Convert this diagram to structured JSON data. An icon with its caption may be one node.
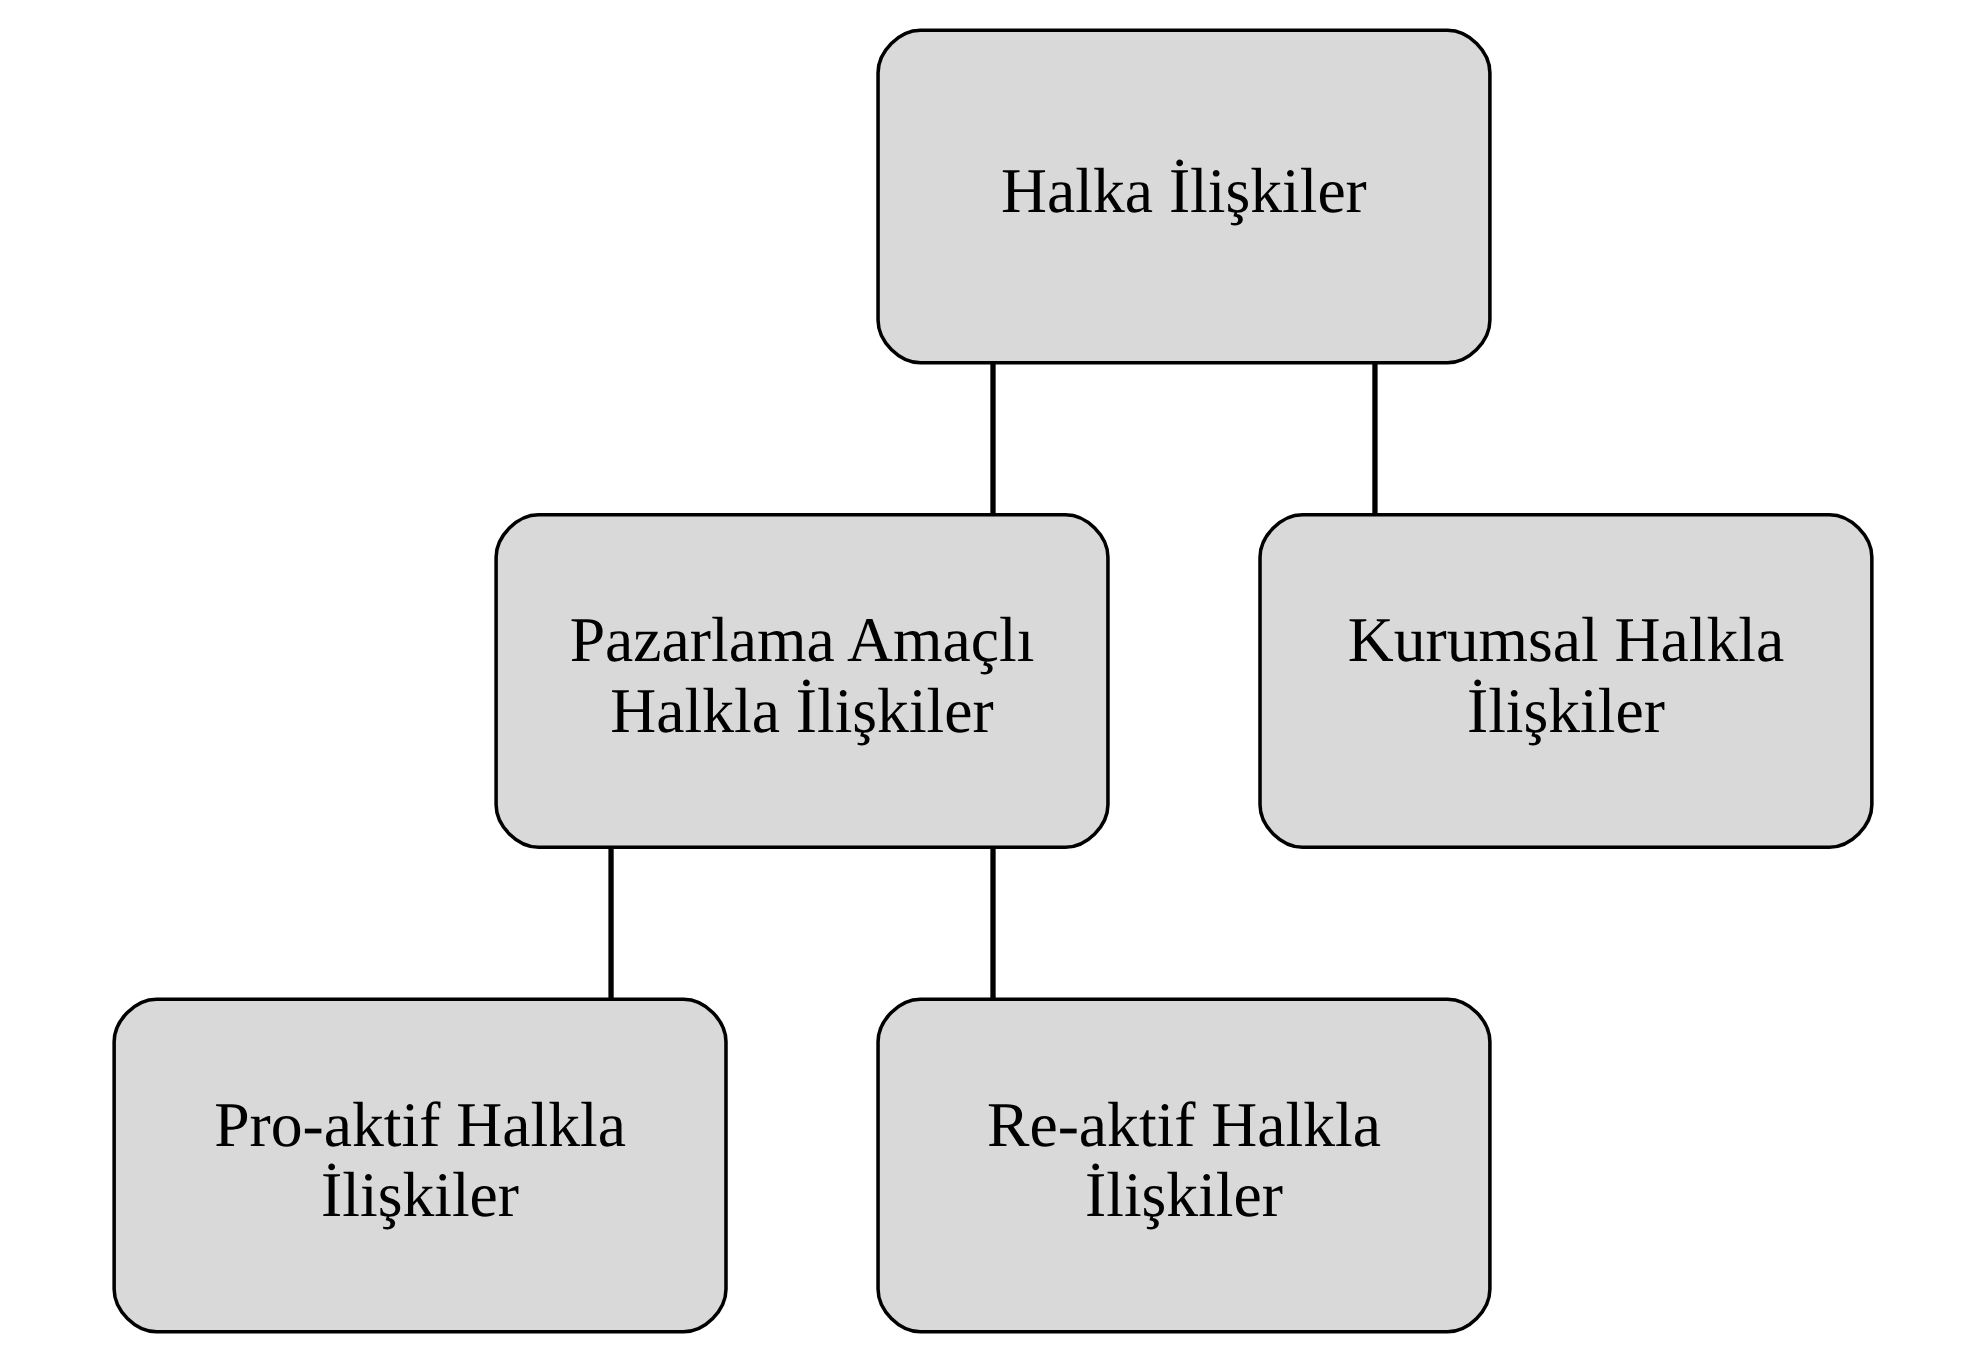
{
  "diagram": {
    "nodes": [
      {
        "text": [
          "Halka İlişkiler"
        ]
      },
      {
        "text": [
          "Pazarlama Amaçlı Halkla İlişkiler"
        ]
      },
      {
        "text": [
          "Kurumsal Halkla İlişkiler"
        ]
      },
      {
        "text": [
          "Pro-aktif Halkla İlişkiler"
        ]
      },
      {
        "text": [
          "Re-aktif Halkla İlişkiler"
        ]
      }
    ],
    "edges": [
      {
        "from": 0,
        "to": 1,
        "arrow": "none"
      },
      {
        "from": 0,
        "to": 2,
        "arrow": "none"
      },
      {
        "from": 1,
        "to": 3,
        "arrow": "none"
      },
      {
        "from": 1,
        "to": 4,
        "arrow": "none"
      }
    ]
  }
}
